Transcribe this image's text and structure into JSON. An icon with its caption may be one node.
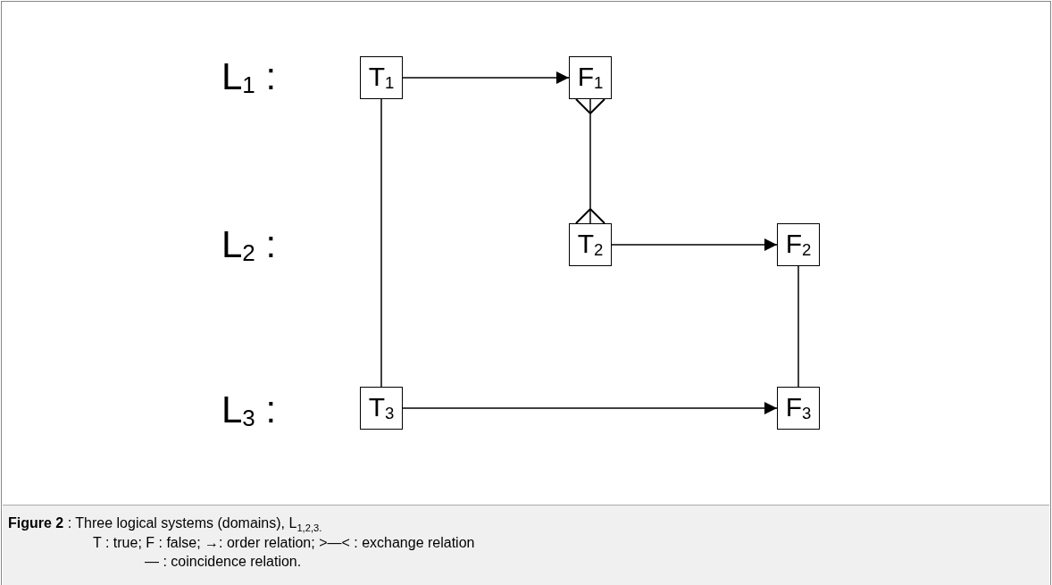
{
  "diagram": {
    "caption": "**Figure 2** : Three logical systems (domains), L$_{1,2,3.}$",
    "nodes": [
      {
        "text": [
          "T$_{1}$"
        ]
      },
      {
        "text": [
          "F$_{1}$"
        ]
      },
      {
        "text": [
          "T$_{2}$"
        ]
      },
      {
        "text": [
          "F$_{2}$"
        ]
      },
      {
        "text": [
          "T$_{3}$"
        ]
      },
      {
        "text": [
          "F$_{3}$"
        ]
      }
    ],
    "edges": [
      {
        "from": 0,
        "to": 1,
        "arrow": "to"
      },
      {
        "from": 1,
        "to": 2,
        "arrow": "other"
      },
      {
        "from": 2,
        "to": 3,
        "arrow": "to"
      },
      {
        "from": 0,
        "to": 4,
        "arrow": "none"
      },
      {
        "from": 3,
        "to": 5,
        "arrow": "none"
      },
      {
        "from": 4,
        "to": 5,
        "arrow": "to"
      }
    ],
    "labels": [
      "L$_{1}$ :",
      "L$_{2}$ :",
      "L$_{3}$ :",
      "T : true; F : false; →: order relation;  >—< : exchange relation",
      "— : coincidence relation."
    ]
  }
}
